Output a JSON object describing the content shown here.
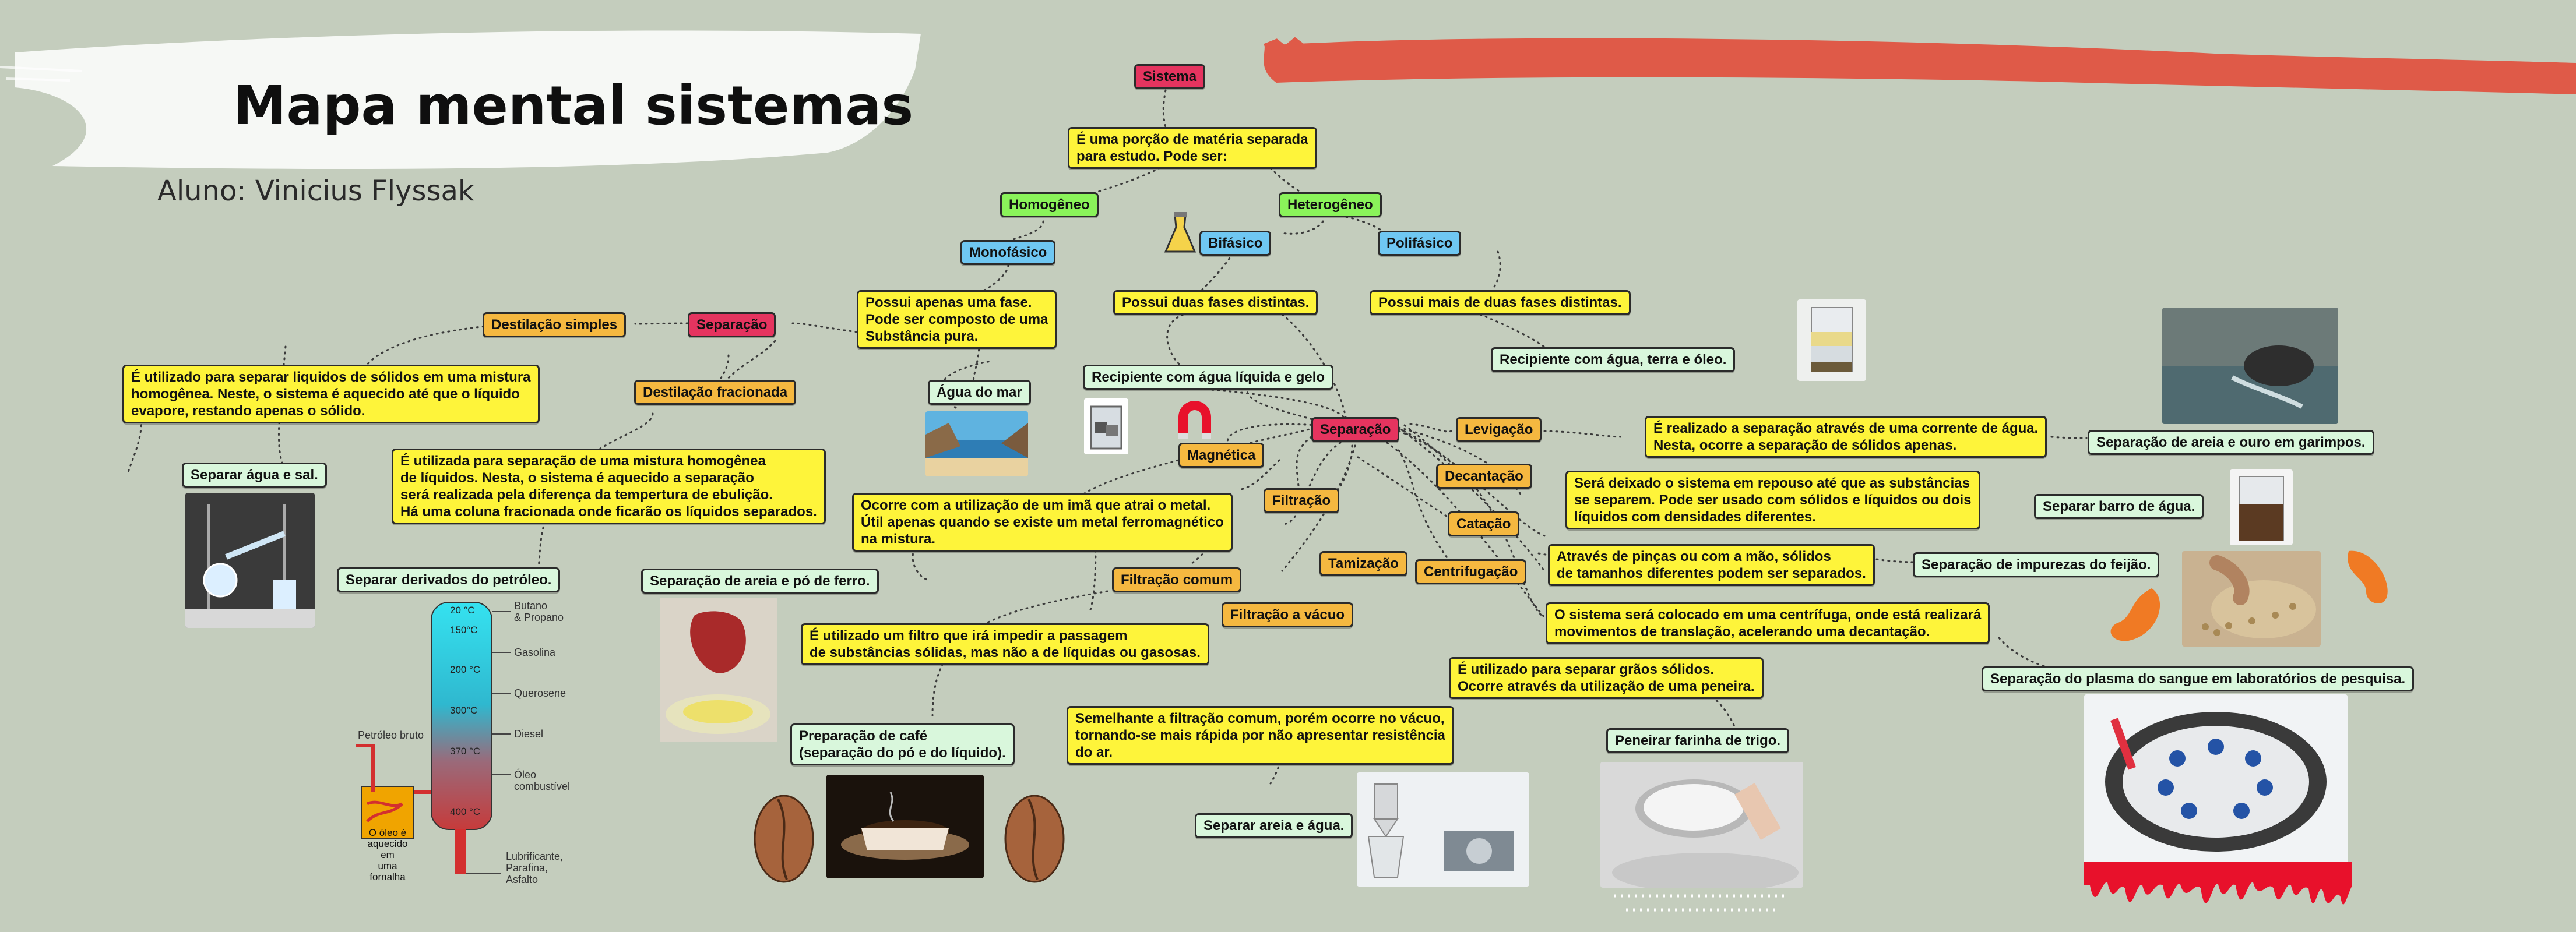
{
  "header": {
    "title": "Mapa mental sistemas",
    "student": "Aluno: Vinicius Flyssak"
  },
  "colors": {
    "background": "#c4cdbd",
    "pink": "#e5345f",
    "yellow": "#fef43a",
    "green": "#8af35a",
    "blue": "#6fc7f2",
    "orange": "#f5b840",
    "mint": "#d9f7dc",
    "brush_red": "#df5a48"
  },
  "nodes": {
    "sistema": "Sistema",
    "sistema_def": "É uma porção de matéria separada\npara estudo. Pode ser:",
    "homogeneo": "Homogêneo",
    "heterogeneo": "Heterogêneo",
    "monofasico": "Monofásico",
    "bifasico": "Bifásico",
    "polifasico": "Polifásico",
    "mono_def": "Possui apenas uma fase.\nPode ser composto de uma\nSubstância pura.",
    "bi_def": "Possui duas fases distintas.",
    "poli_def": "Possui mais de duas fases distintas.",
    "agua_mar": "Água do mar",
    "ex_bi": "Recipiente com água líquida e gelo",
    "ex_poli": "Recipiente com água, terra e óleo.",
    "sep_homog": "Separação",
    "dest_simples": "Destilação simples",
    "dest_simples_def": "É utilizado para separar liquidos de sólidos em uma mistura\nhomogênea. Neste, o sistema é aquecido até que o líquido\nevapore, restando apenas o sólido.",
    "ex_dest_simples": "Separar água e sal.",
    "dest_frac": "Destilação fracionada",
    "dest_frac_def": "É utilizada para separação de uma mistura homogênea\nde líquidos. Nesta, o sistema é aquecido a separação\nserá realizada pela diferença da tempertura de ebulição.\nHá uma coluna fracionada onde ficarão os líquidos separados.",
    "ex_dest_frac": "Separar derivados do petróleo.",
    "sep_heterog": "Separação",
    "magnetica": "Magnética",
    "magnetica_def": "Ocorre com a utilização de um imã que atrai o metal.\nÚtil apenas quando se existe um metal ferromagnético\nna mistura.",
    "ex_magnetica": "Separação de areia e pó de ferro.",
    "filtracao": "Filtração",
    "filt_comum": "Filtração comum",
    "filt_comum_def": "É utilizado um filtro que irá impedir a passagem\n de substâncias sólidas, mas não a de líquidas ou gasosas.",
    "ex_filt_comum": "Preparação de café\n(separação do pó e do líquido).",
    "filt_vacuo": "Filtração a vácuo",
    "filt_vacuo_def": "Semelhante a filtração comum, porém ocorre no vácuo,\ntornando-se mais rápida por não apresentar resistência\ndo ar.",
    "ex_filt_vacuo": "Separar areia e água.",
    "tamizacao": "Tamização",
    "tamizacao_def": "É utilizado para separar grãos sólidos.\nOcorre através da utilização de uma peneira.",
    "ex_tamizacao": "Peneirar farinha de trigo.",
    "centrifugacao": "Centrifugação",
    "centrifugacao_def": "O sistema será colocado em uma centrífuga, onde está realizará\nmovimentos de translação, acelerando uma decantação.",
    "ex_centrifugacao": "Separação do plasma do sangue em laboratórios de pesquisa.",
    "catacao": "Catação",
    "catacao_def": "Através de pinças ou com a mão, sólidos\nde tamanhos diferentes podem ser separados.",
    "ex_catacao": "Separação de impurezas do feijão.",
    "decantacao": "Decantação",
    "decantacao_def": "Será deixado o sistema em repouso até que as substâncias\nse separem. Pode ser usado com sólidos e líquidos ou dois\n líquidos com densidades diferentes.",
    "ex_decantacao": "Separar barro de água.",
    "levigacao": "Levigação",
    "levigacao_def": "É realizado a separação através de uma corrente de água.\nNesta, ocorre a separação de sólidos apenas.",
    "ex_levigacao": "Separação de areia e ouro em garimpos."
  },
  "column_diagram": {
    "temps": [
      "20 °C",
      "150°C",
      "200 °C",
      "300°C",
      "370 °C",
      "400 °C"
    ],
    "fractions": [
      "Butano\n& Propano",
      "Gasolina",
      "Querosene",
      "Diesel",
      "Óleo combustível",
      "Lubrificante,\nParafina,\nAsfalto"
    ],
    "input_label": "Petróleo bruto",
    "furnace_note": "O óleo é\naquecido em\numa fornalha"
  }
}
